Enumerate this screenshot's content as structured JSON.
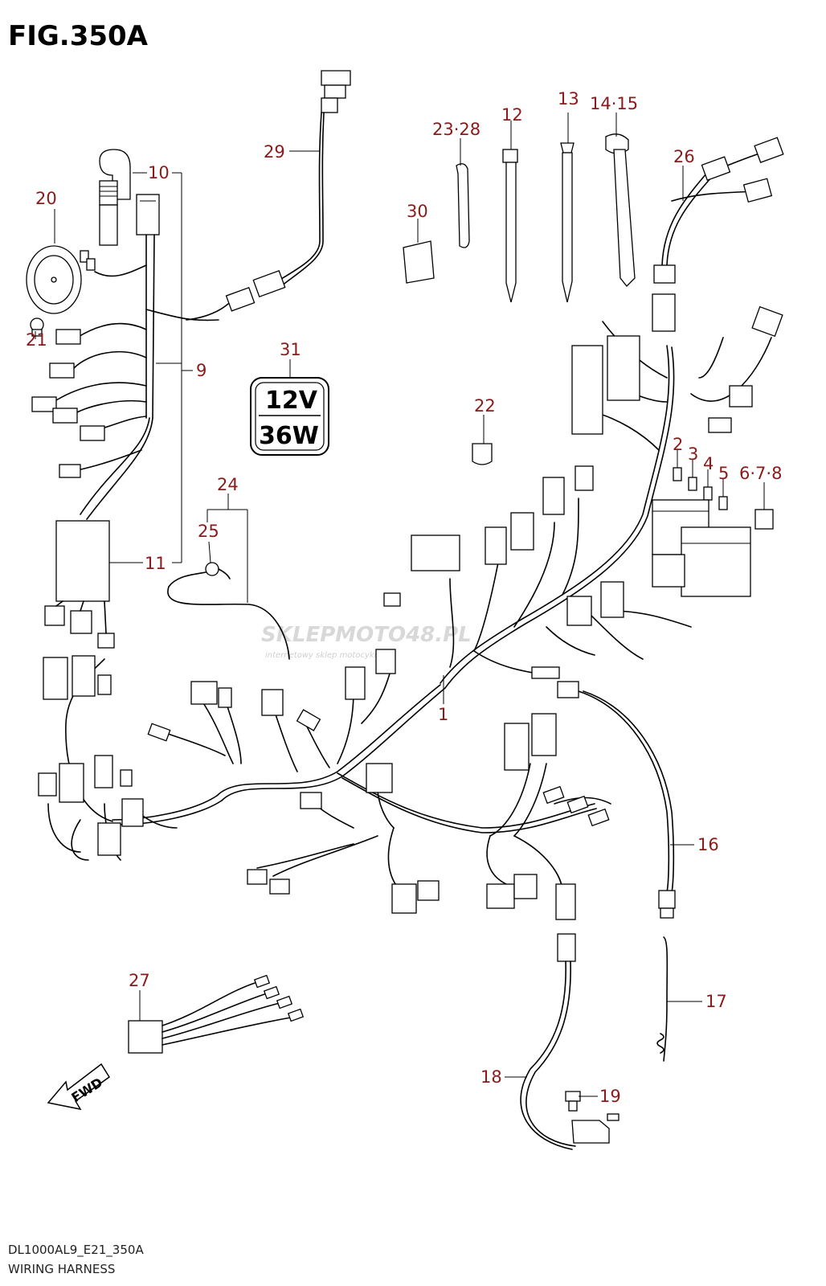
{
  "figure": {
    "title": "FIG.350A",
    "code": "DL1000AL9_E21_350A",
    "name": "WIRING HARNESS"
  },
  "badge": {
    "line1": "12V",
    "line2": "36W"
  },
  "watermark": {
    "brand": "SKLEPMOTO48.PL",
    "tagline": "internetowy sklep motocyklowy"
  },
  "fwd_label": "FWD",
  "callouts": [
    "1",
    "2",
    "3",
    "4",
    "5",
    "6·7·8",
    "9",
    "10",
    "11",
    "12",
    "13",
    "14·15",
    "16",
    "17",
    "18",
    "19",
    "20",
    "21",
    "22",
    "23·28",
    "24",
    "25",
    "26",
    "27",
    "29",
    "30",
    "31"
  ],
  "colors": {
    "callout": "#8b1a1a",
    "line": "#000000",
    "background": "#ffffff"
  }
}
